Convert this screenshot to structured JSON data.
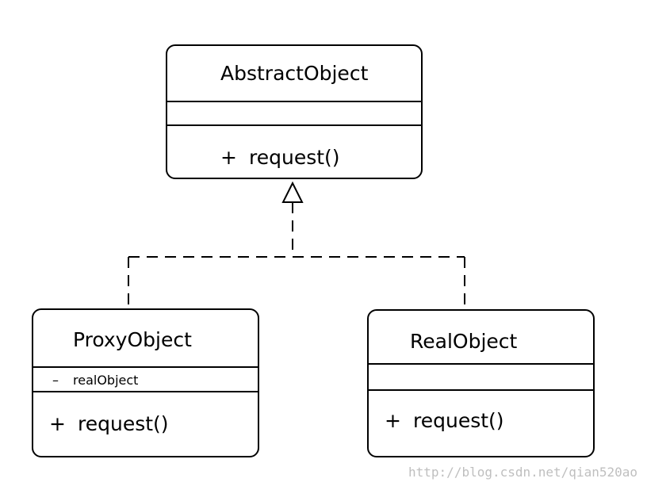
{
  "diagram": {
    "classes": {
      "abstract": {
        "name": "AbstractObject",
        "operations": [
          {
            "visibility": "+",
            "name": "request()"
          }
        ]
      },
      "proxy": {
        "name": "ProxyObject",
        "attributes": [
          {
            "visibility": "–",
            "name": "realObject"
          }
        ],
        "operations": [
          {
            "visibility": "+",
            "name": "request()"
          }
        ]
      },
      "real": {
        "name": "RealObject",
        "operations": [
          {
            "visibility": "+",
            "name": "request()"
          }
        ]
      }
    },
    "relationships": [
      {
        "type": "realization",
        "from": "ProxyObject",
        "to": "AbstractObject"
      },
      {
        "type": "realization",
        "from": "RealObject",
        "to": "AbstractObject"
      }
    ]
  },
  "watermark": "http://blog.csdn.net/qian520ao"
}
